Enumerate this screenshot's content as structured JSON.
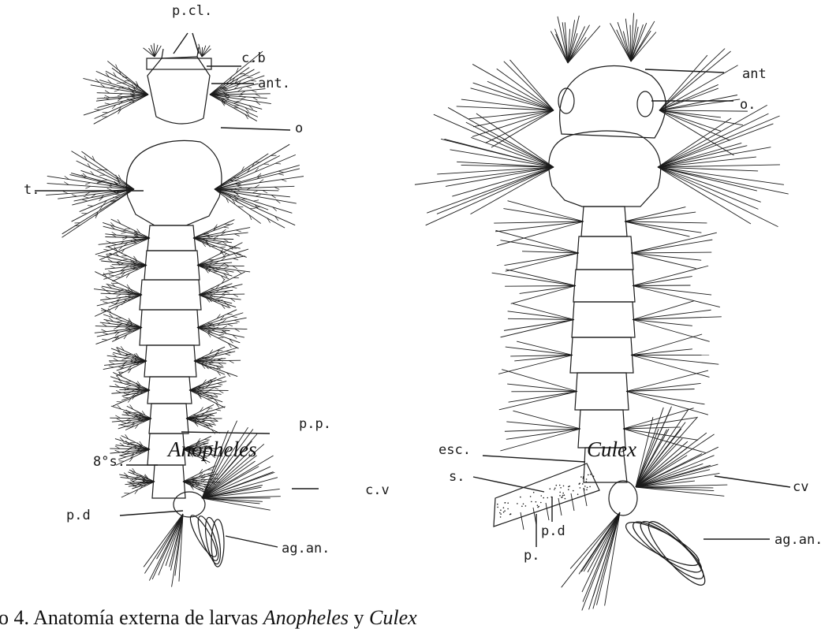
{
  "figure": {
    "caption_prefix": "o 4.  Anatomía externa de  larvas ",
    "caption_species_a": "Anopheles",
    "caption_joiner": " y ",
    "caption_species_b": "Culex",
    "line_color": "#1a1a1a"
  },
  "anopheles": {
    "name": "Anopheles",
    "labels": {
      "pcl": "p.cl.",
      "cb": "c.b",
      "ant": "ant.",
      "o": "o",
      "t": "t.",
      "pp": "p.p.",
      "s8": "8°s.",
      "cv": "c.v",
      "pd": "p.d",
      "agan": "ag.an."
    }
  },
  "culex": {
    "name": "Culex",
    "labels": {
      "ant": "ant",
      "o": "o.",
      "esc": "esc.",
      "s": "s.",
      "cv": "cv",
      "pd": "p.d",
      "p": "p.",
      "agan": "ag.an."
    }
  }
}
